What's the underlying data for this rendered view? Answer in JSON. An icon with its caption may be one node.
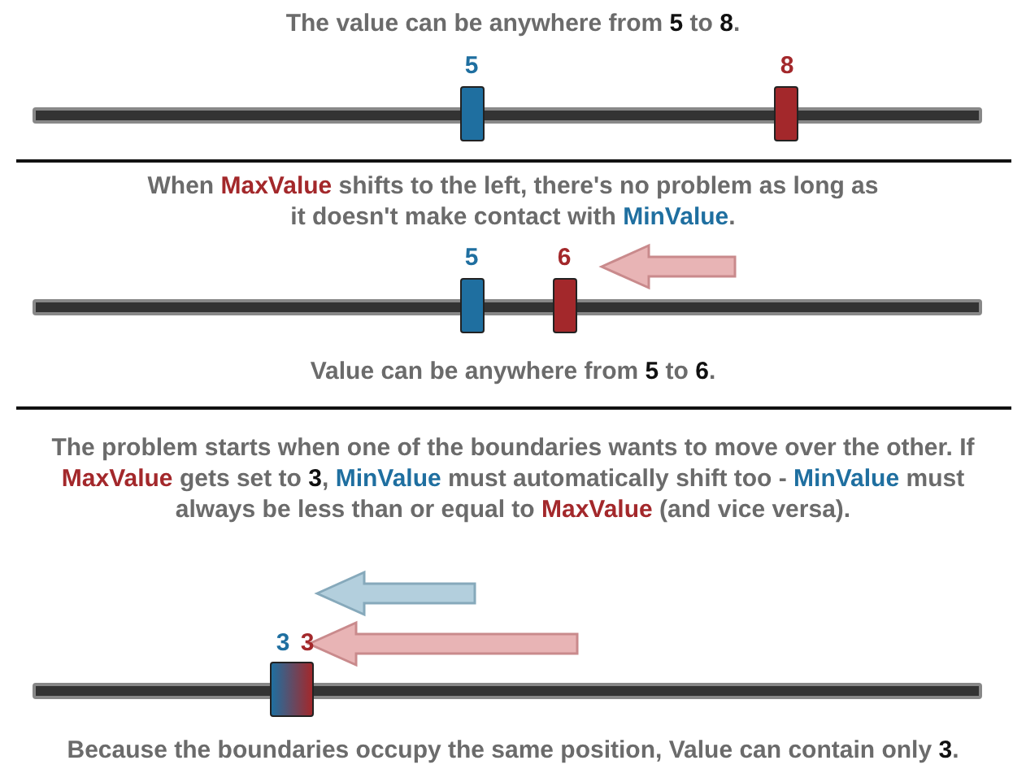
{
  "diagram": {
    "labels": [
      "The value can be anywhere from **5** to **8**.",
      "5",
      "8",
      "When **MaxValue** shifts to the left, there's no problem as long as it doesn't make contact with **MinValue**.",
      "5",
      "6",
      "Value can be anywhere from **5** to **6**.",
      "The problem starts when one of the boundaries wants to move over the other. If **MaxValue** gets set to **3**, **MinValue** must automatically shift too - **MinValue** must always be less than or equal to **MaxValue** (and vice versa).",
      "3",
      "3",
      "Because the boundaries occupy the same position, Value can contain only **3**."
    ]
  }
}
